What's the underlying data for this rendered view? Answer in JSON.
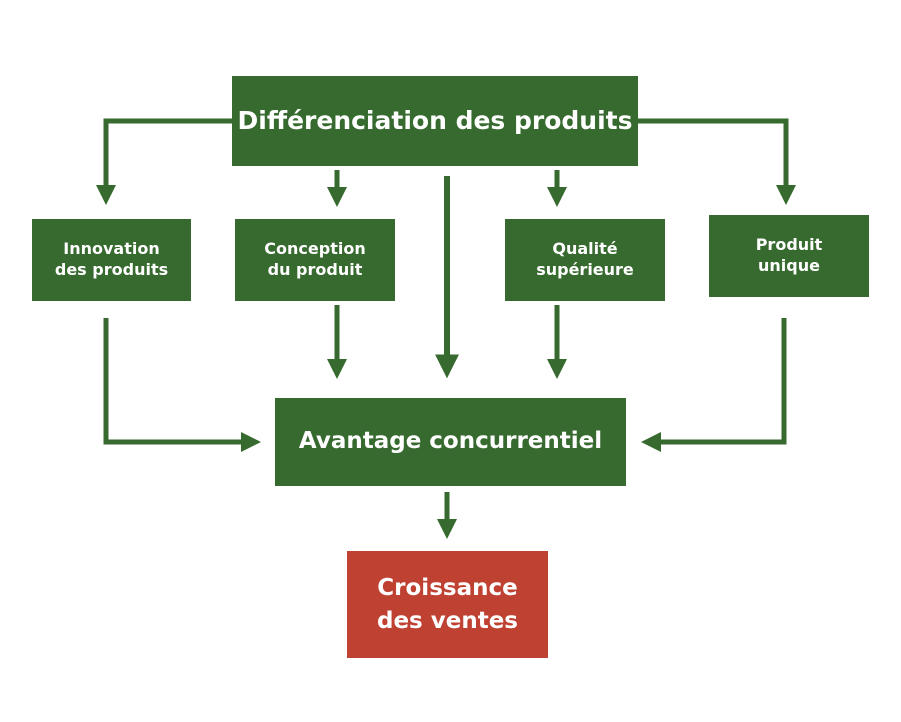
{
  "colors": {
    "box_green": "#376a2f",
    "box_red": "#bf4132",
    "arrow": "#376a2f",
    "background": "#ffffff",
    "text": "#ffffff"
  },
  "nodes": {
    "top": {
      "label": "Différenciation des produits"
    },
    "innovation": {
      "line1": "Innovation",
      "line2": "des produits"
    },
    "conception": {
      "line1": "Conception",
      "line2": "du produit"
    },
    "qualite": {
      "line1": "Qualité",
      "line2": "supérieure"
    },
    "unique": {
      "line1": "Produit",
      "line2": "unique"
    },
    "avantage": {
      "label": "Avantage concurrentiel"
    },
    "croissance": {
      "line1": "Croissance",
      "line2": "des ventes"
    }
  }
}
